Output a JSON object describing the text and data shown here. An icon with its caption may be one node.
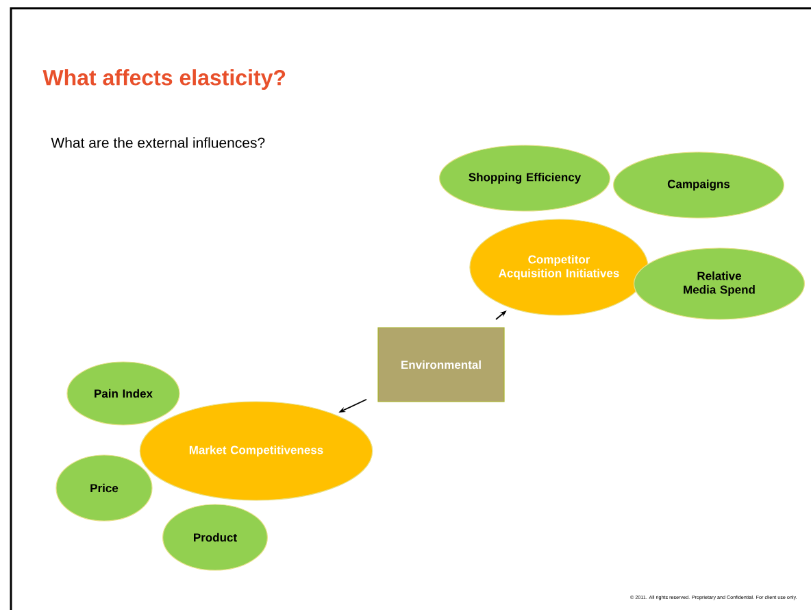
{
  "diagram": {
    "title": "What affects elasticity?",
    "nodes": [
      {
        "text": [
          "Shopping Efficiency"
        ]
      },
      {
        "text": [
          "Campaigns"
        ]
      },
      {
        "text": [
          "Competitor Acquisition Initiatives"
        ]
      },
      {
        "text": [
          "Relative Media Spend"
        ]
      },
      {
        "text": [
          "Environmental"
        ]
      },
      {
        "text": [
          "Pain Index"
        ]
      },
      {
        "text": [
          "Market Competitiveness"
        ]
      },
      {
        "text": [
          "Price"
        ]
      },
      {
        "text": [
          "Product"
        ]
      }
    ],
    "edges": [
      {
        "from": 4,
        "to": 2,
        "arrow": "to"
      },
      {
        "from": 4,
        "to": 6,
        "arrow": "to"
      }
    ],
    "labels": [
      "What are the external influences?",
      "© 2011. All rights reserved. Proprietary and Confidential. For client use only."
    ]
  }
}
